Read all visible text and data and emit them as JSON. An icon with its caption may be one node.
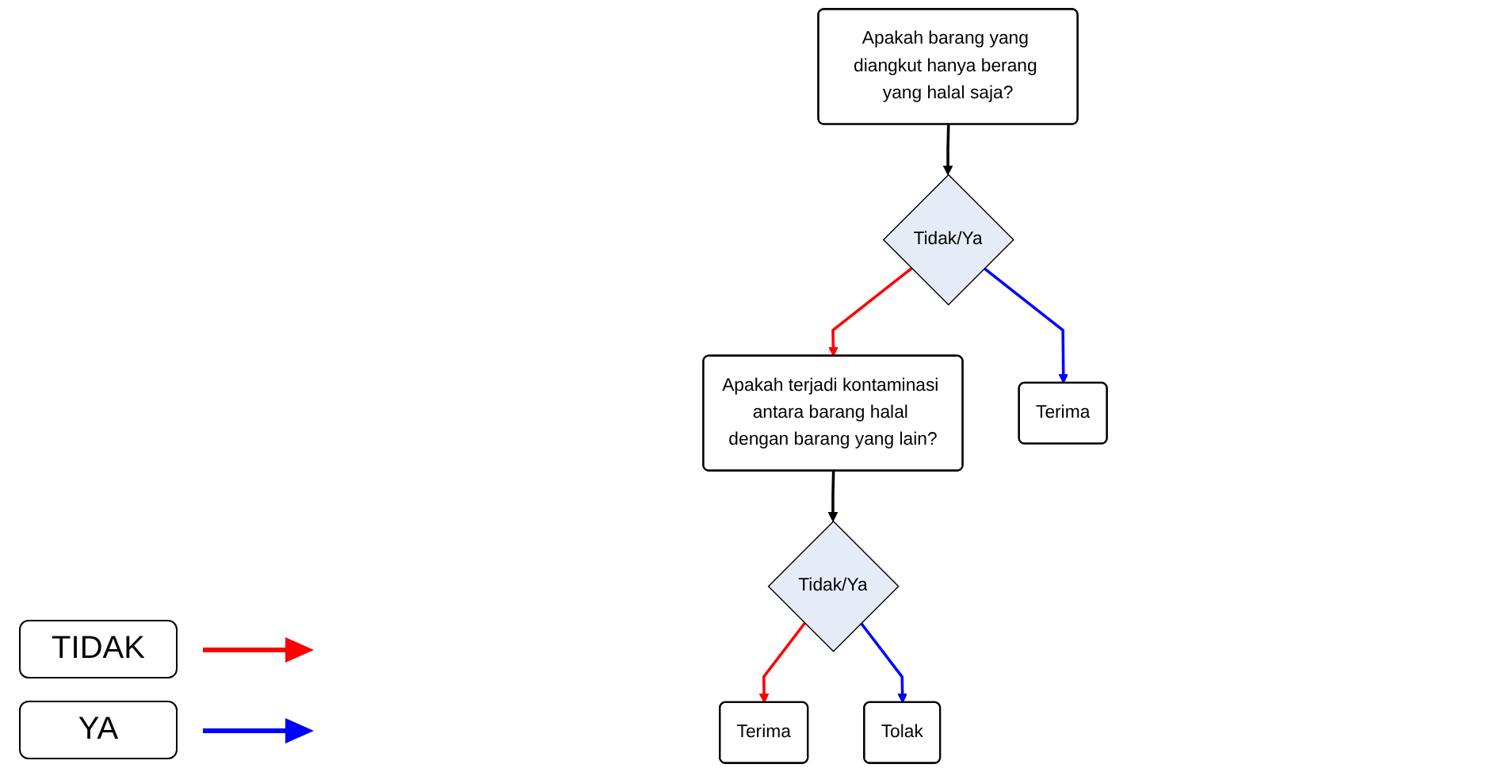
{
  "diagram": {
    "nodes": [
      {
        "text": [
          "Apakah barang yang diangkut hanya berang yang halal saja?"
        ]
      },
      {
        "text": [
          "Tidak/Ya"
        ]
      },
      {
        "text": [
          "Apakah terjadi kontaminasi antara barang halal dengan barang yang lain?"
        ]
      },
      {
        "text": [
          "Terima"
        ]
      },
      {
        "text": [
          "Tidak/Ya"
        ]
      },
      {
        "text": [
          "Terima"
        ]
      },
      {
        "text": [
          "Tolak"
        ]
      }
    ],
    "edges": [
      {
        "from": 0,
        "to": 1,
        "arrow": "to"
      },
      {
        "from": 1,
        "to": 2,
        "arrow": "to",
        "color": "#ff0000"
      },
      {
        "from": 1,
        "to": 3,
        "arrow": "to",
        "color": "#0000ff"
      },
      {
        "from": 2,
        "to": 4,
        "arrow": "to"
      },
      {
        "from": 4,
        "to": 5,
        "arrow": "to",
        "color": "#ff0000"
      },
      {
        "from": 4,
        "to": 6,
        "arrow": "to",
        "color": "#0000ff"
      }
    ],
    "legend": [
      {
        "text": "TIDAK",
        "color": "#ff0000"
      },
      {
        "text": "YA",
        "color": "#0000ff"
      }
    ]
  }
}
